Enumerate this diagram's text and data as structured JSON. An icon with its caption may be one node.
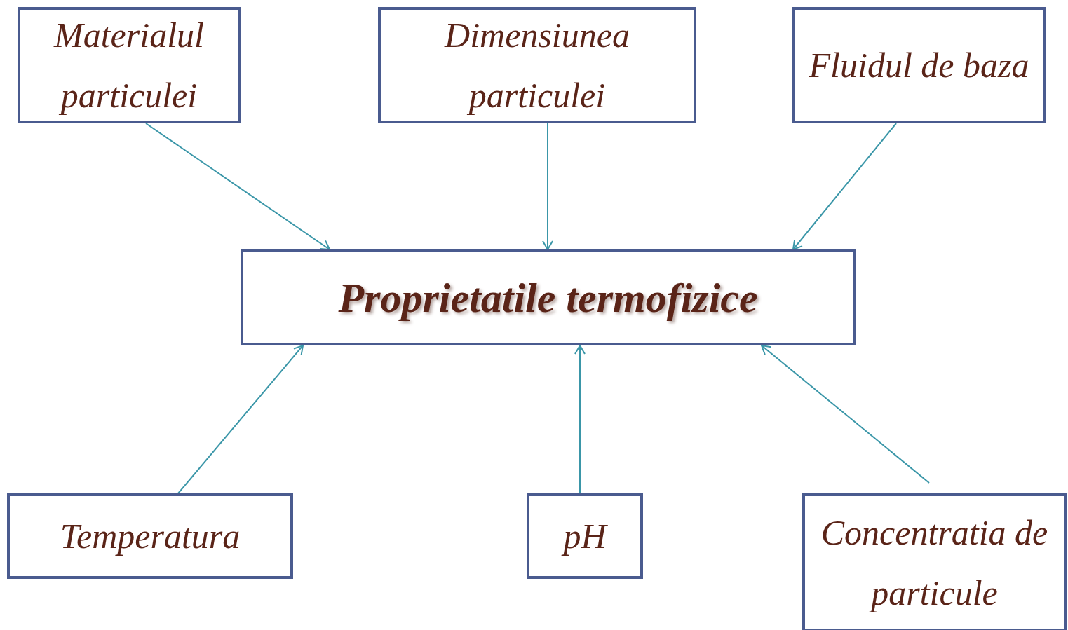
{
  "diagram": {
    "nodes": [
      {
        "text": [
          "Materialul particulei"
        ]
      },
      {
        "text": [
          "Dimensiunea particulei"
        ]
      },
      {
        "text": [
          "Fluidul de baza"
        ]
      },
      {
        "text": [
          "Proprietatile termofizice"
        ]
      },
      {
        "text": [
          "Temperatura"
        ]
      },
      {
        "text": [
          "pH"
        ]
      },
      {
        "text": [
          "Concentratia de particule"
        ]
      }
    ],
    "edges": [
      {
        "from": 0,
        "to": 3,
        "arrow": "to"
      },
      {
        "from": 1,
        "to": 3,
        "arrow": "to"
      },
      {
        "from": 2,
        "to": 3,
        "arrow": "to"
      },
      {
        "from": 4,
        "to": 3,
        "arrow": "to"
      },
      {
        "from": 5,
        "to": 3,
        "arrow": "to"
      },
      {
        "from": 6,
        "to": 3,
        "arrow": "to"
      }
    ]
  }
}
